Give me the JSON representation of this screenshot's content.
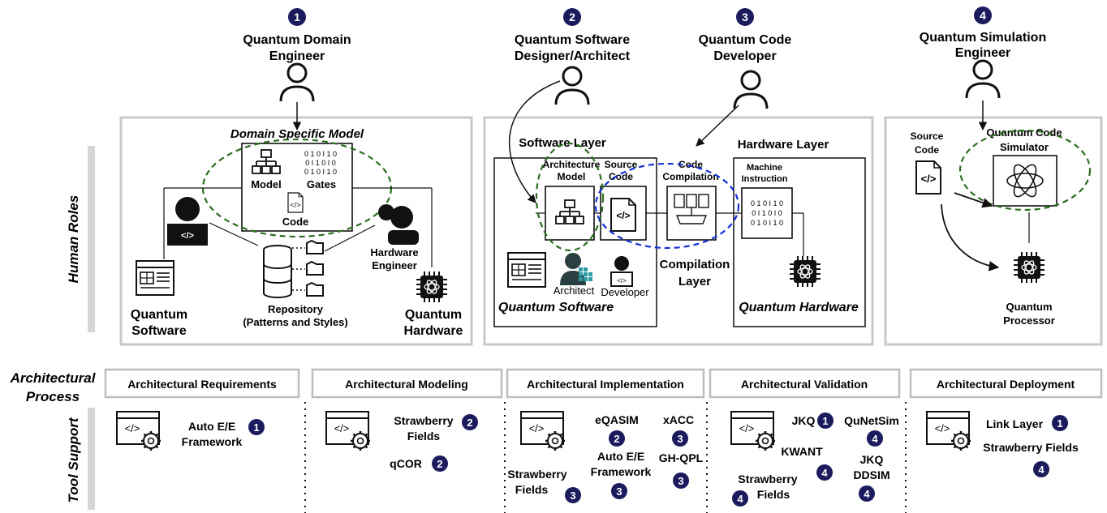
{
  "roles": [
    {
      "num": "1",
      "line1": "Quantum Domain",
      "line2": "Engineer"
    },
    {
      "num": "2",
      "line1": "Quantum Software",
      "line2": "Designer/Architect"
    },
    {
      "num": "3",
      "line1": "Quantum Code",
      "line2": "Developer"
    },
    {
      "num": "4",
      "line1": "Quantum Simulation",
      "line2": "Engineer"
    }
  ],
  "side_labels": {
    "human_roles": "Human Roles",
    "process_l1": "Architectural",
    "process_l2": "Process",
    "tool_support": "Tool Support"
  },
  "panel1": {
    "dsm_title": "Domain Specific Model",
    "model": "Model",
    "gates": "Gates",
    "code": "Code",
    "sw_l1": "Quantum",
    "sw_l2": "Software",
    "repo_l1": "Repository",
    "repo_l2": "(Patterns and Styles)",
    "hweng_l1": "Hardware",
    "hweng_l2": "Engineer",
    "hw_l1": "Quantum",
    "hw_l2": "Hardware"
  },
  "panel2": {
    "software_layer": "Software Layer",
    "hardware_layer": "Hardware Layer",
    "arch_model_l1": "Architecture",
    "arch_model_l2": "Model",
    "source_code_l1": "Source",
    "source_code_l2": "Code",
    "code_comp_l1": "Code",
    "code_comp_l2": "Compilation",
    "machine_l1": "Machine",
    "machine_l2": "Instruction",
    "compilation_l1": "Compilation",
    "compilation_l2": "Layer",
    "architect": "Architect",
    "developer": "Developer",
    "quantum_software": "Quantum Software",
    "quantum_hardware": "Quantum Hardware"
  },
  "panel3": {
    "source_l1": "Source",
    "source_l2": "Code",
    "sim_l1": "Quantum Code",
    "sim_l2": "Simulator",
    "proc_l1": "Quantum",
    "proc_l2": "Processor"
  },
  "process": [
    "Architectural Requirements",
    "Architectural Modeling",
    "Architectural Implementation",
    "Architectural Validation",
    "Architectural Deployment"
  ],
  "tools": {
    "t1_l1": "Auto E/E",
    "t1_l2": "Framework",
    "t1_n": "1",
    "t2a_l1": "Strawberry",
    "t2a_l2": "Fields",
    "t2a_n": "2",
    "t2b": "qCOR",
    "t2b_n": "2",
    "t3a": "eQASIM",
    "t3a_n": "2",
    "t3b": "xACC",
    "t3b_n": "3",
    "t3c_l1": "Auto E/E",
    "t3c_l2": "Framework",
    "t3c_n": "3",
    "t3d": "GH-QPL",
    "t3d_n": "3",
    "t3e_l1": "Strawberry",
    "t3e_l2": "Fields",
    "t3e_n": "3",
    "t4a": "JKQ",
    "t4a_n": "1",
    "t4b": "QuNetSim",
    "t4b_n": "4",
    "t4c": "KWANT",
    "t4c_n": "4",
    "t4d_l1": "Strawberry",
    "t4d_l2": "Fields",
    "t4d_n": "4",
    "t4e_l1": "JKQ",
    "t4e_l2": "DDSIM",
    "t4e_n": "4",
    "t5a": "Link Layer",
    "t5a_n": "1",
    "t5b": "Strawberry Fields",
    "t5b_n": "4"
  },
  "icon_text": {
    "code_tag": "</>",
    "bits_row1": "0 1 0 I 1 0",
    "bits_row2": "0 I 1 0 I 0"
  },
  "colors": {
    "badge": "#1b1b5e",
    "green_dash": "#2a6e1e",
    "blue_dash": "#1530d8",
    "panel_border": "#c8c8c8"
  }
}
